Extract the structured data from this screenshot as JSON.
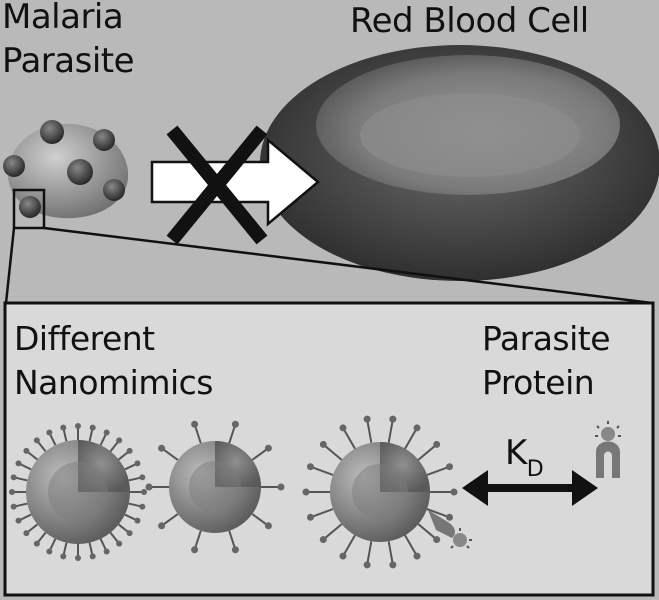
{
  "labels": {
    "malaria_line1": "Malaria",
    "malaria_line2": "Parasite",
    "rbc": "Red Blood Cell",
    "nano_line1": "Different",
    "nano_line2": "Nanomimics",
    "protein_line1": "Parasite",
    "protein_line2": "Protein",
    "kd_main": "K",
    "kd_sub": "D"
  },
  "colors": {
    "background": "#b9b9b9",
    "inset_background": "#d9d9d9",
    "outline": "#111111",
    "arrow_fill": "#ffffff",
    "cell_dark": "#3a3a3a",
    "nano_sphere": "#8a8a8a",
    "protein": "#777777"
  },
  "icons": {
    "parasite": "malaria-parasite-icon",
    "rbc": "red-blood-cell-icon",
    "blocked_arrow": "blocked-arrow-icon",
    "nanomimic": "nanomimic-sphere-icon",
    "protein": "parasite-protein-icon"
  }
}
